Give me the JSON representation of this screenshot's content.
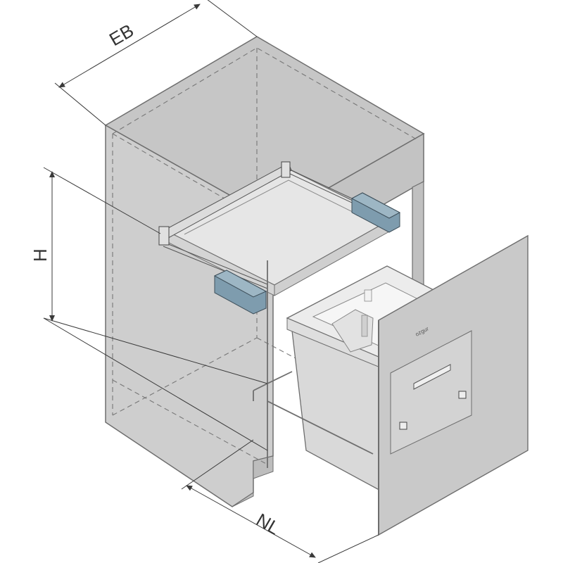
{
  "dimensions": {
    "eb": "EB",
    "h": "H",
    "nl": "NL"
  },
  "logo": "ozgur",
  "colors": {
    "cabinet_face": "#cfcfcf",
    "cabinet_top": "#c6c6c6",
    "cabinet_front": "#c2c2c2",
    "outline": "#6e6e6e",
    "dim_line": "#3a3a3a",
    "bin_body": "#d6d6d6",
    "bin_light": "#e8e8e8",
    "rail_accent": "#7b9bb0",
    "door": "#c8c8c8"
  },
  "icons": [
    "dimension-arrow-icon",
    "screw-hole-icon",
    "handle-slot-icon"
  ]
}
